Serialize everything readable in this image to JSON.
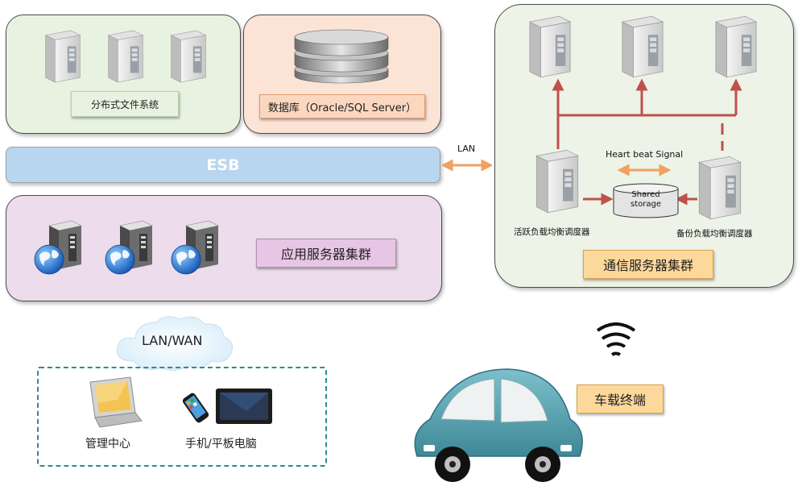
{
  "storage_panel": {
    "dfs_label": "分布式文件系统",
    "db_label": "数据库（Oracle/SQL Server）"
  },
  "esb": {
    "label": "ESB",
    "lan_label": "LAN"
  },
  "app_cluster": {
    "label": "应用服务器集群"
  },
  "comm_cluster": {
    "label": "通信服务器集群",
    "heartbeat_label": "Heart beat Signal",
    "shared_storage_label": "Shared storage",
    "active_balancer_label": "活跃负载均衡调度器",
    "backup_balancer_label": "备份负载均衡调度器"
  },
  "network": {
    "cloud_label": "LAN/WAN"
  },
  "clients": {
    "management_label": "管理中心",
    "mobile_label": "手机/平板电脑"
  },
  "vehicle": {
    "label": "车载终端"
  },
  "colors": {
    "dfs_panel": "#e8f2e0",
    "db_panel": "#fbe3d5",
    "esb_bar": "#b8d6ef",
    "app_panel": "#ecdcec",
    "comm_panel": "#edf3e6",
    "red_arrow": "#c0504d",
    "orange_arrow": "#f0a060",
    "car_body": "#5ba3b2"
  }
}
